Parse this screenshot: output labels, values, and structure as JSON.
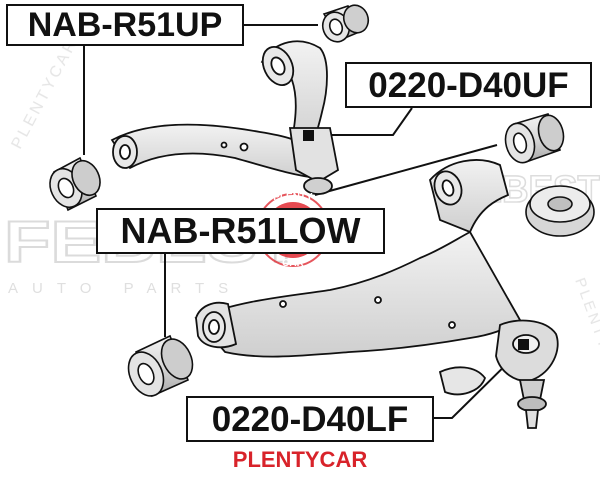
{
  "labels": {
    "upper_bushing": "NAB-R51UP",
    "upper_front_bushing": "0220-D40UF",
    "lower_bushing": "NAB-R51LOW",
    "lower_front_bushing": "0220-D40LF"
  },
  "watermarks": {
    "febest_logo": "FEBEST",
    "auto_parts": "AUTO PARTS",
    "seal_top": "PLENTY",
    "seal_bottom": "CAR",
    "side_text": "PLENTYCAR.RU"
  },
  "footer": {
    "brand": "PLENTYCAR"
  },
  "colors": {
    "line": "#111111",
    "brand_red": "#d8232a",
    "watermark_gray": "#d7d7d7",
    "seal_red": "#e02a33"
  },
  "icons": {
    "bushing": "cylindrical-bushing-icon",
    "upper_arm": "upper-control-arm-icon",
    "lower_arm": "lower-control-arm-icon",
    "seal": "plentycar-seal-icon"
  }
}
